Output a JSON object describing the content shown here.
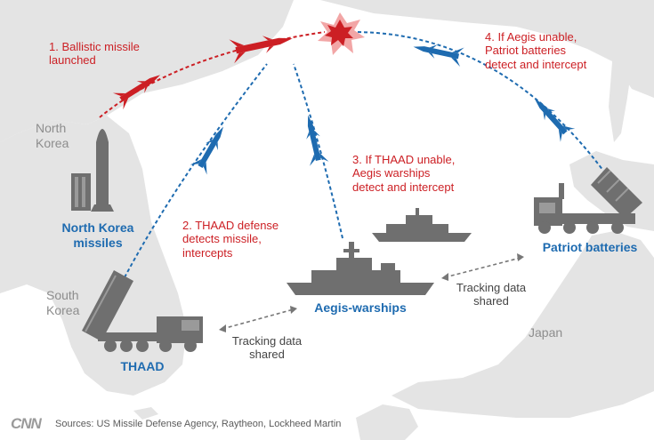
{
  "steps": {
    "step1": "1. Ballistic missile\nlaunched",
    "step2": "2. THAAD defense\ndetects missile,\nintercepts",
    "step3": "3. If THAAD unable,\nAegis warships\ndetect and intercept",
    "step4": "4. If Aegis unable,\nPatriot batteries\ndetect and intercept"
  },
  "units": {
    "north_korea": "North Korea\nmissiles",
    "thaad": "THAAD",
    "aegis": "Aegis-warships",
    "patriot": "Patriot batteries"
  },
  "countries": {
    "north_korea": "North\nKorea",
    "south_korea": "South\nKorea",
    "japan": "Japan"
  },
  "notes": {
    "tracking_left": "Tracking data\nshared",
    "tracking_right": "Tracking data\nshared"
  },
  "footer": {
    "logo": "CNN",
    "source": "Sources: US Missile Defense Agency, Raytheon, Lockheed Martin"
  },
  "colors": {
    "threat": "#cc1f24",
    "defense": "#1e6bb0",
    "land": "#e4e4e4",
    "sea": "#ffffff",
    "equipment": "#6f6f6f"
  }
}
